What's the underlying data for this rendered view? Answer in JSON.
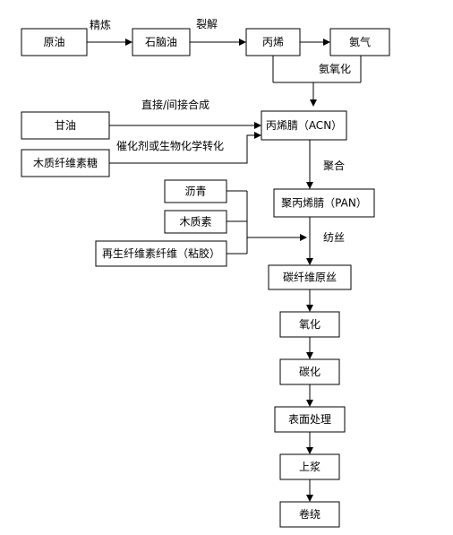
{
  "nodes": {
    "crude_oil": "原油",
    "naphtha": "石脑油",
    "propylene": "丙烯",
    "ammonia": "氨气",
    "glycerol": "甘油",
    "acrylonitrile": "丙烯腈（ACN）",
    "lignocellulose_sugar": "木质纤维素糖",
    "pitch": "沥青",
    "lignin": "木质素",
    "regen_cellulose": "再生纤维素纤维（粘胶）",
    "pan": "聚丙烯腈（PAN）",
    "precursor": "碳纤维原丝",
    "oxidation": "氧化",
    "carbonization": "碳化",
    "surface_treatment": "表面处理",
    "sizing": "上浆",
    "winding": "卷绕"
  },
  "edges": {
    "refining": "精炼",
    "cracking": "裂解",
    "ammoxidation": "氨氧化",
    "direct_indirect": "直接/间接合成",
    "catalyst_bio": "催化剂或生物化学转化",
    "polymerization": "聚合",
    "spinning": "纺丝"
  },
  "colors": {
    "stroke": "#000000",
    "fill": "#ffffff",
    "text": "#000000"
  }
}
